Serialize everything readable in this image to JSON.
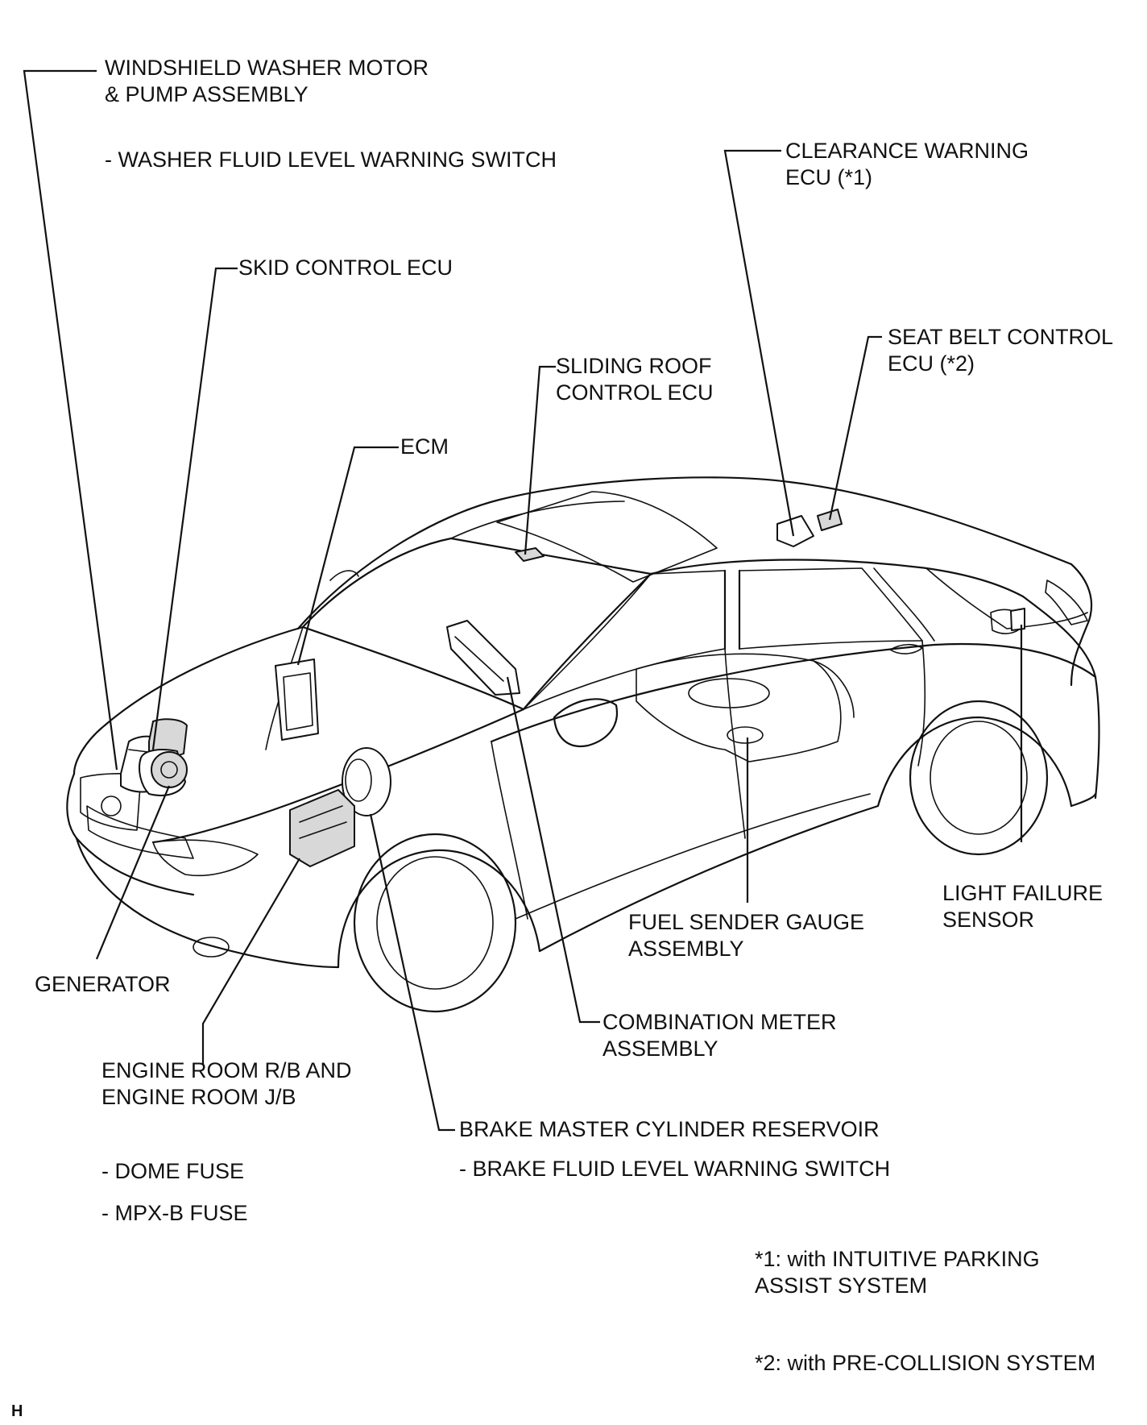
{
  "labels": {
    "washer_motor": {
      "line1": "WINDSHIELD WASHER MOTOR",
      "line2": "& PUMP ASSEMBLY",
      "sub": "- WASHER FLUID LEVEL WARNING SWITCH"
    },
    "skid_control": {
      "line1": "SKID CONTROL ECU"
    },
    "clearance_warning": {
      "line1": "CLEARANCE WARNING",
      "line2": "ECU (*1)"
    },
    "seat_belt": {
      "line1": "SEAT BELT CONTROL",
      "line2": "ECU (*2)"
    },
    "sliding_roof": {
      "line1": "SLIDING ROOF",
      "line2": "CONTROL ECU"
    },
    "ecm": {
      "line1": "ECM"
    },
    "light_failure": {
      "line1": "LIGHT FAILURE",
      "line2": "SENSOR"
    },
    "fuel_sender": {
      "line1": "FUEL SENDER GAUGE",
      "line2": "ASSEMBLY"
    },
    "generator": {
      "line1": "GENERATOR"
    },
    "combination_meter": {
      "line1": "COMBINATION METER",
      "line2": "ASSEMBLY"
    },
    "engine_room": {
      "line1": "ENGINE ROOM R/B AND",
      "line2": "ENGINE ROOM J/B",
      "sub1": "- DOME FUSE",
      "sub2": "- MPX-B FUSE"
    },
    "brake_master": {
      "line1": "BRAKE MASTER CYLINDER RESERVOIR",
      "sub": "- BRAKE FLUID LEVEL WARNING SWITCH"
    }
  },
  "footnotes": {
    "note1_line1": "*1: with INTUITIVE PARKING",
    "note1_line2": "ASSIST SYSTEM",
    "note2": "*2: with PRE-COLLISION SYSTEM"
  },
  "corner_mark": "H"
}
